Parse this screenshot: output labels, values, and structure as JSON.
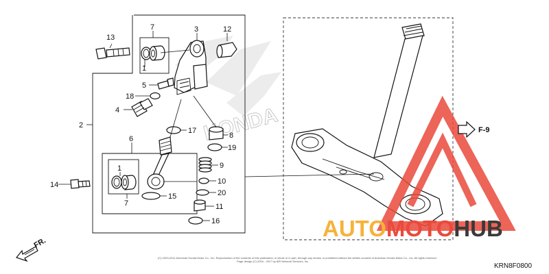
{
  "callouts": [
    {
      "id": "c13",
      "text": "13"
    },
    {
      "id": "c7a",
      "text": "7"
    },
    {
      "id": "c1a",
      "text": "1"
    },
    {
      "id": "c3",
      "text": "3"
    },
    {
      "id": "c12",
      "text": "12"
    },
    {
      "id": "c5",
      "text": "5"
    },
    {
      "id": "c18",
      "text": "18"
    },
    {
      "id": "c4",
      "text": "4"
    },
    {
      "id": "c2",
      "text": "2"
    },
    {
      "id": "c17",
      "text": "17"
    },
    {
      "id": "c8",
      "text": "8"
    },
    {
      "id": "c19",
      "text": "19"
    },
    {
      "id": "c6",
      "text": "6"
    },
    {
      "id": "c9",
      "text": "9"
    },
    {
      "id": "c1b",
      "text": "1"
    },
    {
      "id": "c10",
      "text": "10"
    },
    {
      "id": "c14",
      "text": "14"
    },
    {
      "id": "c20",
      "text": "20"
    },
    {
      "id": "c7b",
      "text": "7"
    },
    {
      "id": "c15",
      "text": "15"
    },
    {
      "id": "c11",
      "text": "11"
    },
    {
      "id": "c16",
      "text": "16"
    }
  ],
  "ref_label": "F-9",
  "direction_label": "FR.",
  "diagram_code": "KRN8F0800",
  "watermark": {
    "word_part1": "AUTO",
    "word_part2": "MOTO",
    "word_part3": "HUB",
    "color_orange": "#f7b239",
    "color_red": "#ea4a3c",
    "color_dark": "#3a3a3a"
  },
  "brand_watermark": "HONDA",
  "copyright_line1": "(C) 2003-2011 American Honda Motor Co., Inc. Reproduction of the contents of this publication, in whole or in part, through any means, is prohibited without the written consent of American Honda Motor Co., Inc. All rights reserved.",
  "copyright_line2": "Page design (C) 2004 - 2017 by ARI Network Services, Inc."
}
